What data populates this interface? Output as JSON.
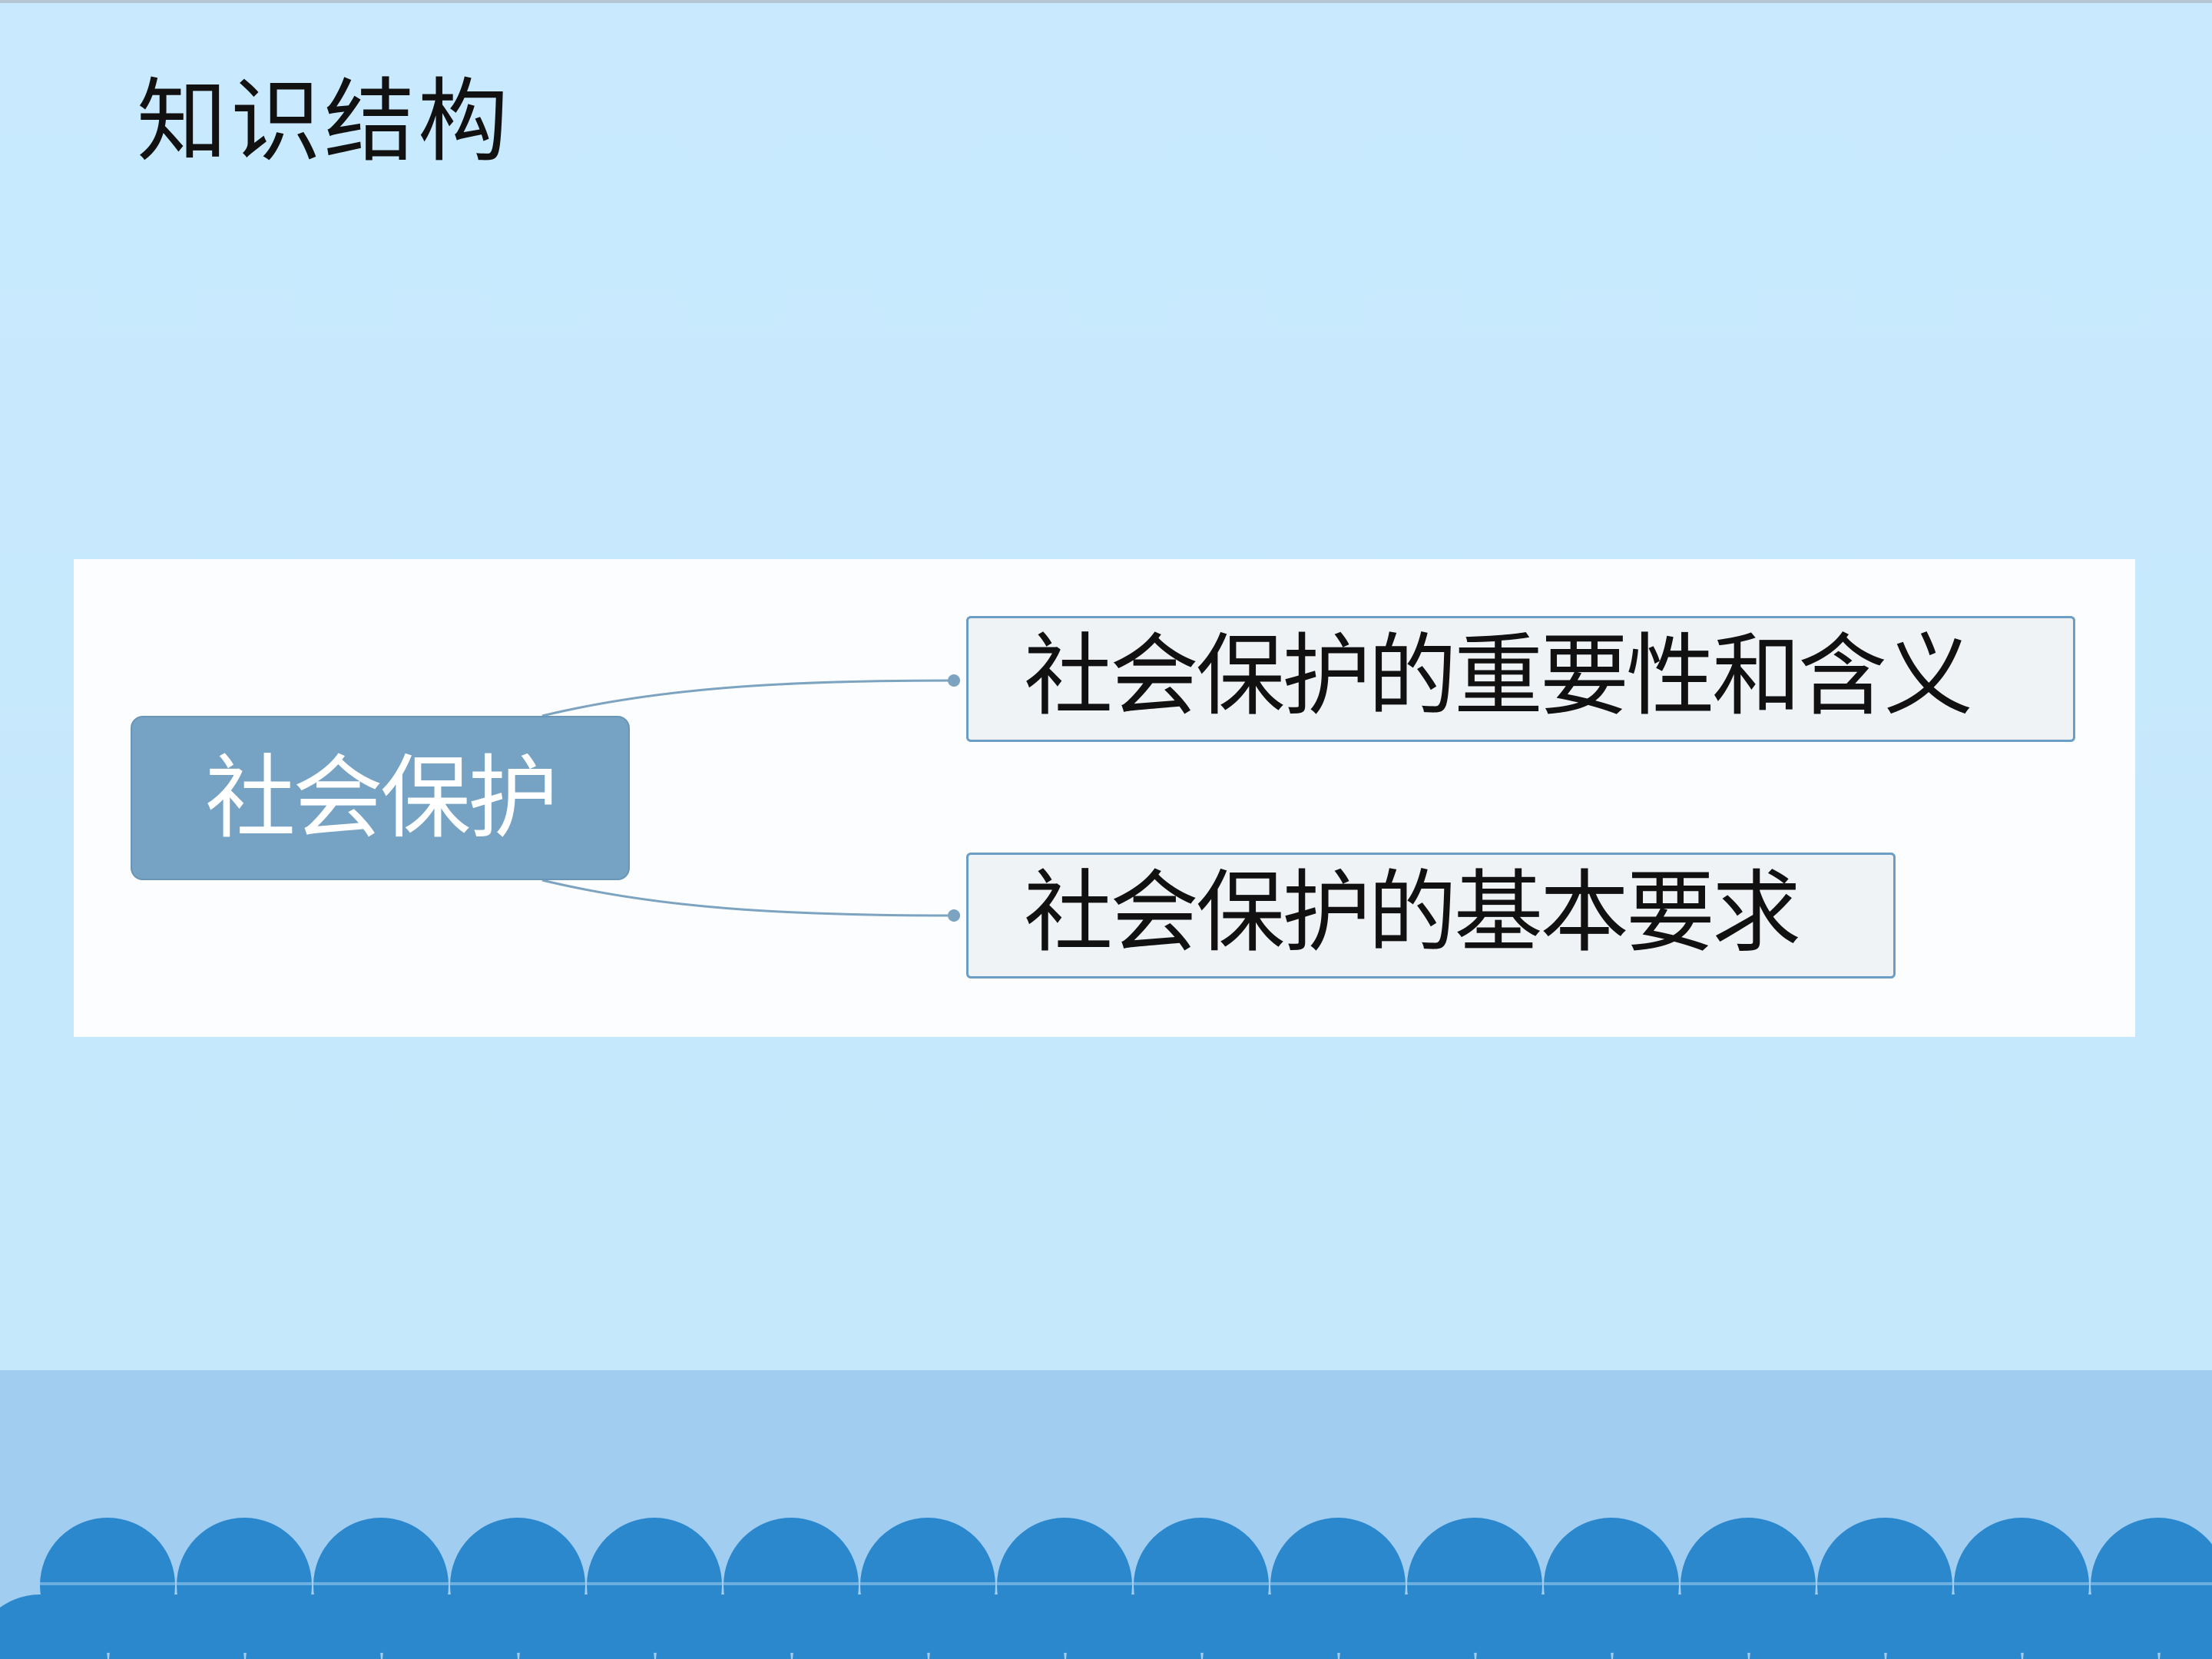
{
  "slide": {
    "title": "知识结构"
  },
  "mindmap": {
    "root": "社会保护",
    "branches": [
      {
        "label": "社会保护的重要性和含义"
      },
      {
        "label": "社会保护的基本要求"
      }
    ]
  },
  "colors": {
    "background": "#c6e8fb",
    "root_fill": "#76a3c4",
    "branch_border": "#6c9dc4",
    "band": "#a1cdf1",
    "scale_fill": "#2b88cd"
  }
}
